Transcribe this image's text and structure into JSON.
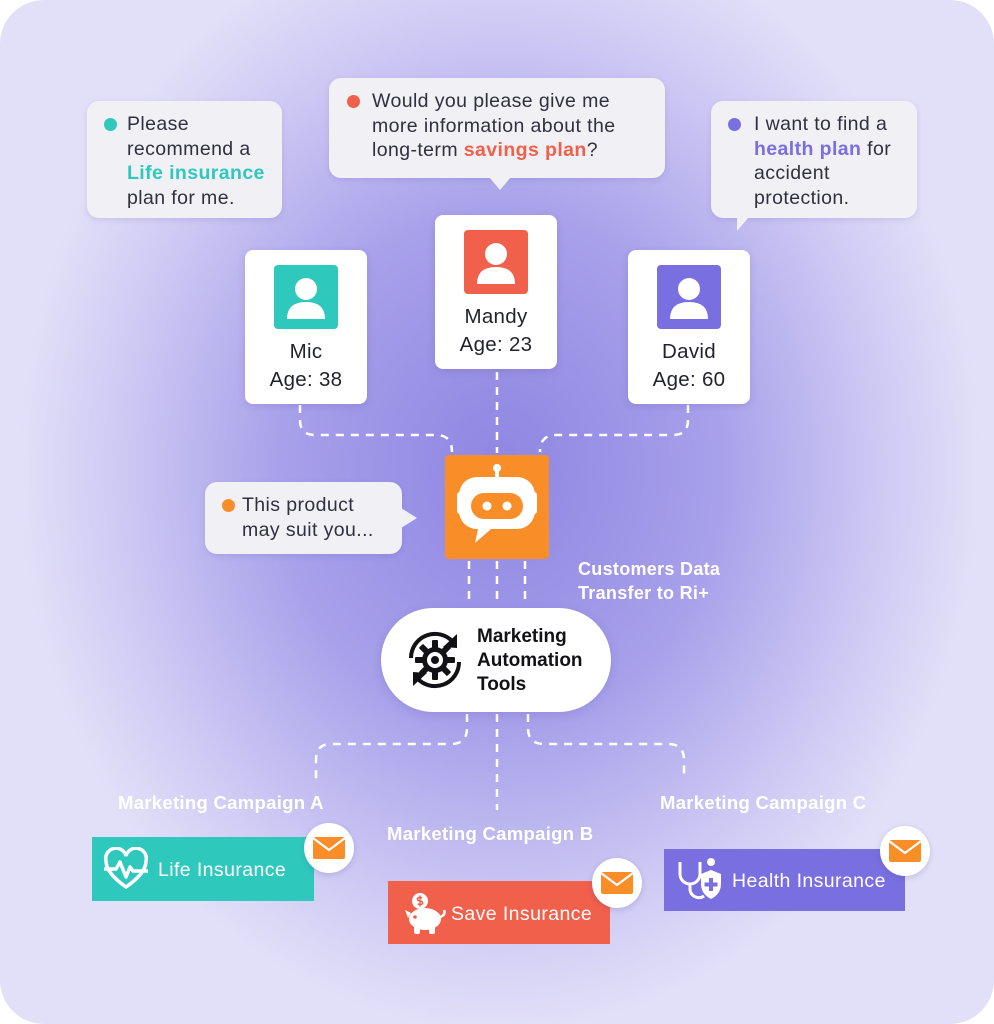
{
  "bubbles": {
    "mic": {
      "line1": "Please",
      "line2": "recommend a",
      "highlight": "Life insurance",
      "line4": "plan for me.",
      "dot_color": "#2ec8bd"
    },
    "mandy": {
      "line1": "Would you please give me",
      "line2": "more information about the",
      "prefix": "long-term ",
      "highlight": "savings plan",
      "suffix": "?",
      "dot_color": "#f0604a"
    },
    "david": {
      "line1": "I want to find a",
      "highlight": "health plan",
      "suffix": " for",
      "line3": "accident",
      "line4": "protection.",
      "dot_color": "#7a6fe0"
    },
    "robot": {
      "line1": "This product",
      "line2": "may suit you...",
      "dot_color": "#f98e28"
    }
  },
  "customers": [
    {
      "name": "Mic",
      "age": "Age: 38",
      "color": "#2ec8bd"
    },
    {
      "name": "Mandy",
      "age": "Age: 23",
      "color": "#f0604a"
    },
    {
      "name": "David",
      "age": "Age: 60",
      "color": "#7a6fe0"
    }
  ],
  "transfer": {
    "line1": "Customers Data",
    "line2": "Transfer to Ri+"
  },
  "tools": {
    "line1": "Marketing",
    "line2": "Automation",
    "line3": "Tools",
    "icon": "gear-refresh-icon"
  },
  "campaigns": [
    {
      "title": "Marketing Campaign A",
      "product": "Life Insurance",
      "color": "#2ec8bd",
      "icon": "heartbeat-icon"
    },
    {
      "title": "Marketing Campaign B",
      "product": "Save Insurance",
      "color": "#f0604a",
      "icon": "piggy-bank-icon"
    },
    {
      "title": "Marketing Campaign C",
      "product": "Health Insurance",
      "color": "#7a6fe0",
      "icon": "stethoscope-icon"
    }
  ],
  "colors": {
    "teal": "#2ec8bd",
    "coral": "#f0604a",
    "purple": "#7a6fe0",
    "orange": "#f98e28",
    "envelope": "#f98e28"
  }
}
